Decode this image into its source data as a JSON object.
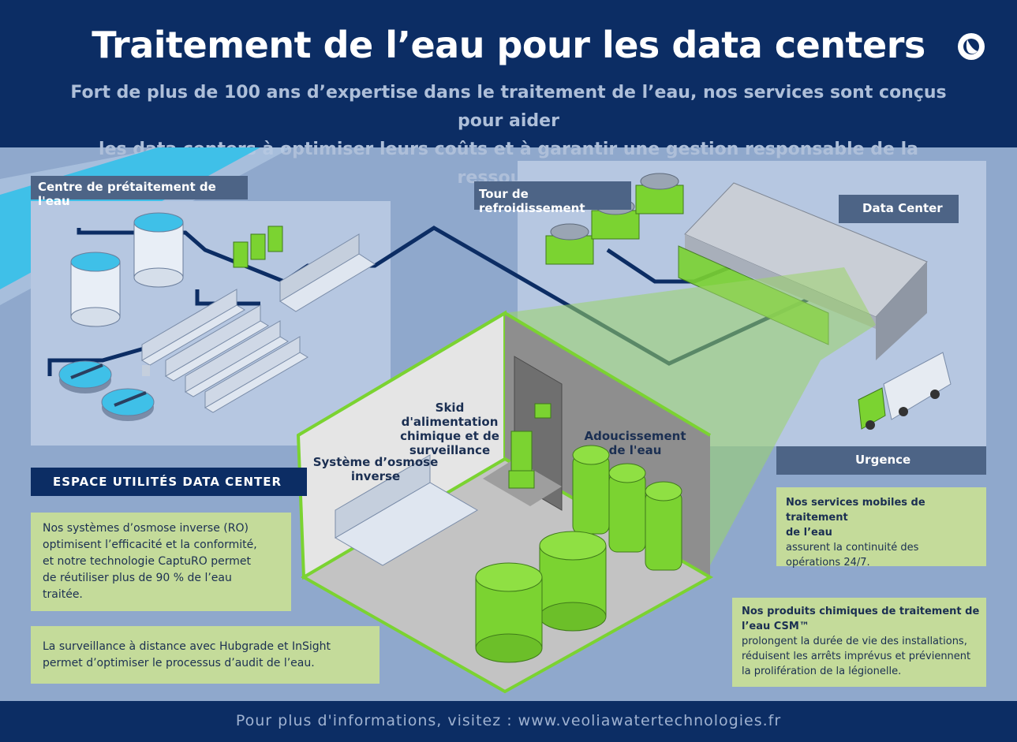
{
  "header": {
    "title": "Traitement de l’eau pour les data centers",
    "subtitle_line1": "Fort de plus de 100 ans d’expertise dans le traitement de l’eau, nos services sont conçus pour aider",
    "subtitle_line2": "les data centers à optimiser leurs coûts et à garantir une gestion responsable de la ressource."
  },
  "labels": {
    "pretreatment": "Centre de prétaitement de l'eau",
    "cooling_tower": "Tour de refroidissement",
    "data_center": "Data Center",
    "utilities": "ESPACE UTILITÉS DATA CENTER",
    "urgence": "Urgence",
    "skid": [
      "Skid d'alimentation",
      "chimique et de",
      "surveillance"
    ],
    "osmosis": [
      "Système d’osmose",
      "inverse"
    ],
    "softening": [
      "Adoucissement",
      "de l'eau"
    ]
  },
  "boxes": {
    "ro_text": [
      "Nos systèmes d’osmose inverse (RO)",
      "optimisent l’efficacité et la conformité,",
      "et notre technologie CaptuRO permet",
      "de réutiliser plus de 90 % de l’eau",
      "traitée."
    ],
    "monitoring_text": [
      "La surveillance à distance avec Hubgrade et InSight",
      "permet d’optimiser le processus d’audit de l’eau."
    ],
    "mobile_bold": [
      "Nos services mobiles de traitement",
      "de l’eau"
    ],
    "mobile_text": [
      "assurent la continuité des",
      "opérations 24/7."
    ],
    "chem_bold": [
      "Nos produits chimiques de traitement de",
      "l’eau CSM™"
    ],
    "chem_text": [
      "prolongent la durée de vie des installations,",
      "réduisent les arrêts imprévus et préviennent",
      "la prolifération de la légionelle."
    ]
  },
  "footer": {
    "text": "Pour plus d'informations, visitez : www.veoliawatertechnologies.fr"
  },
  "colors": {
    "navy": "#0c2d64",
    "panel": "#b6c7e1",
    "green": "#7bd331",
    "text_box": "#c4db9a"
  }
}
